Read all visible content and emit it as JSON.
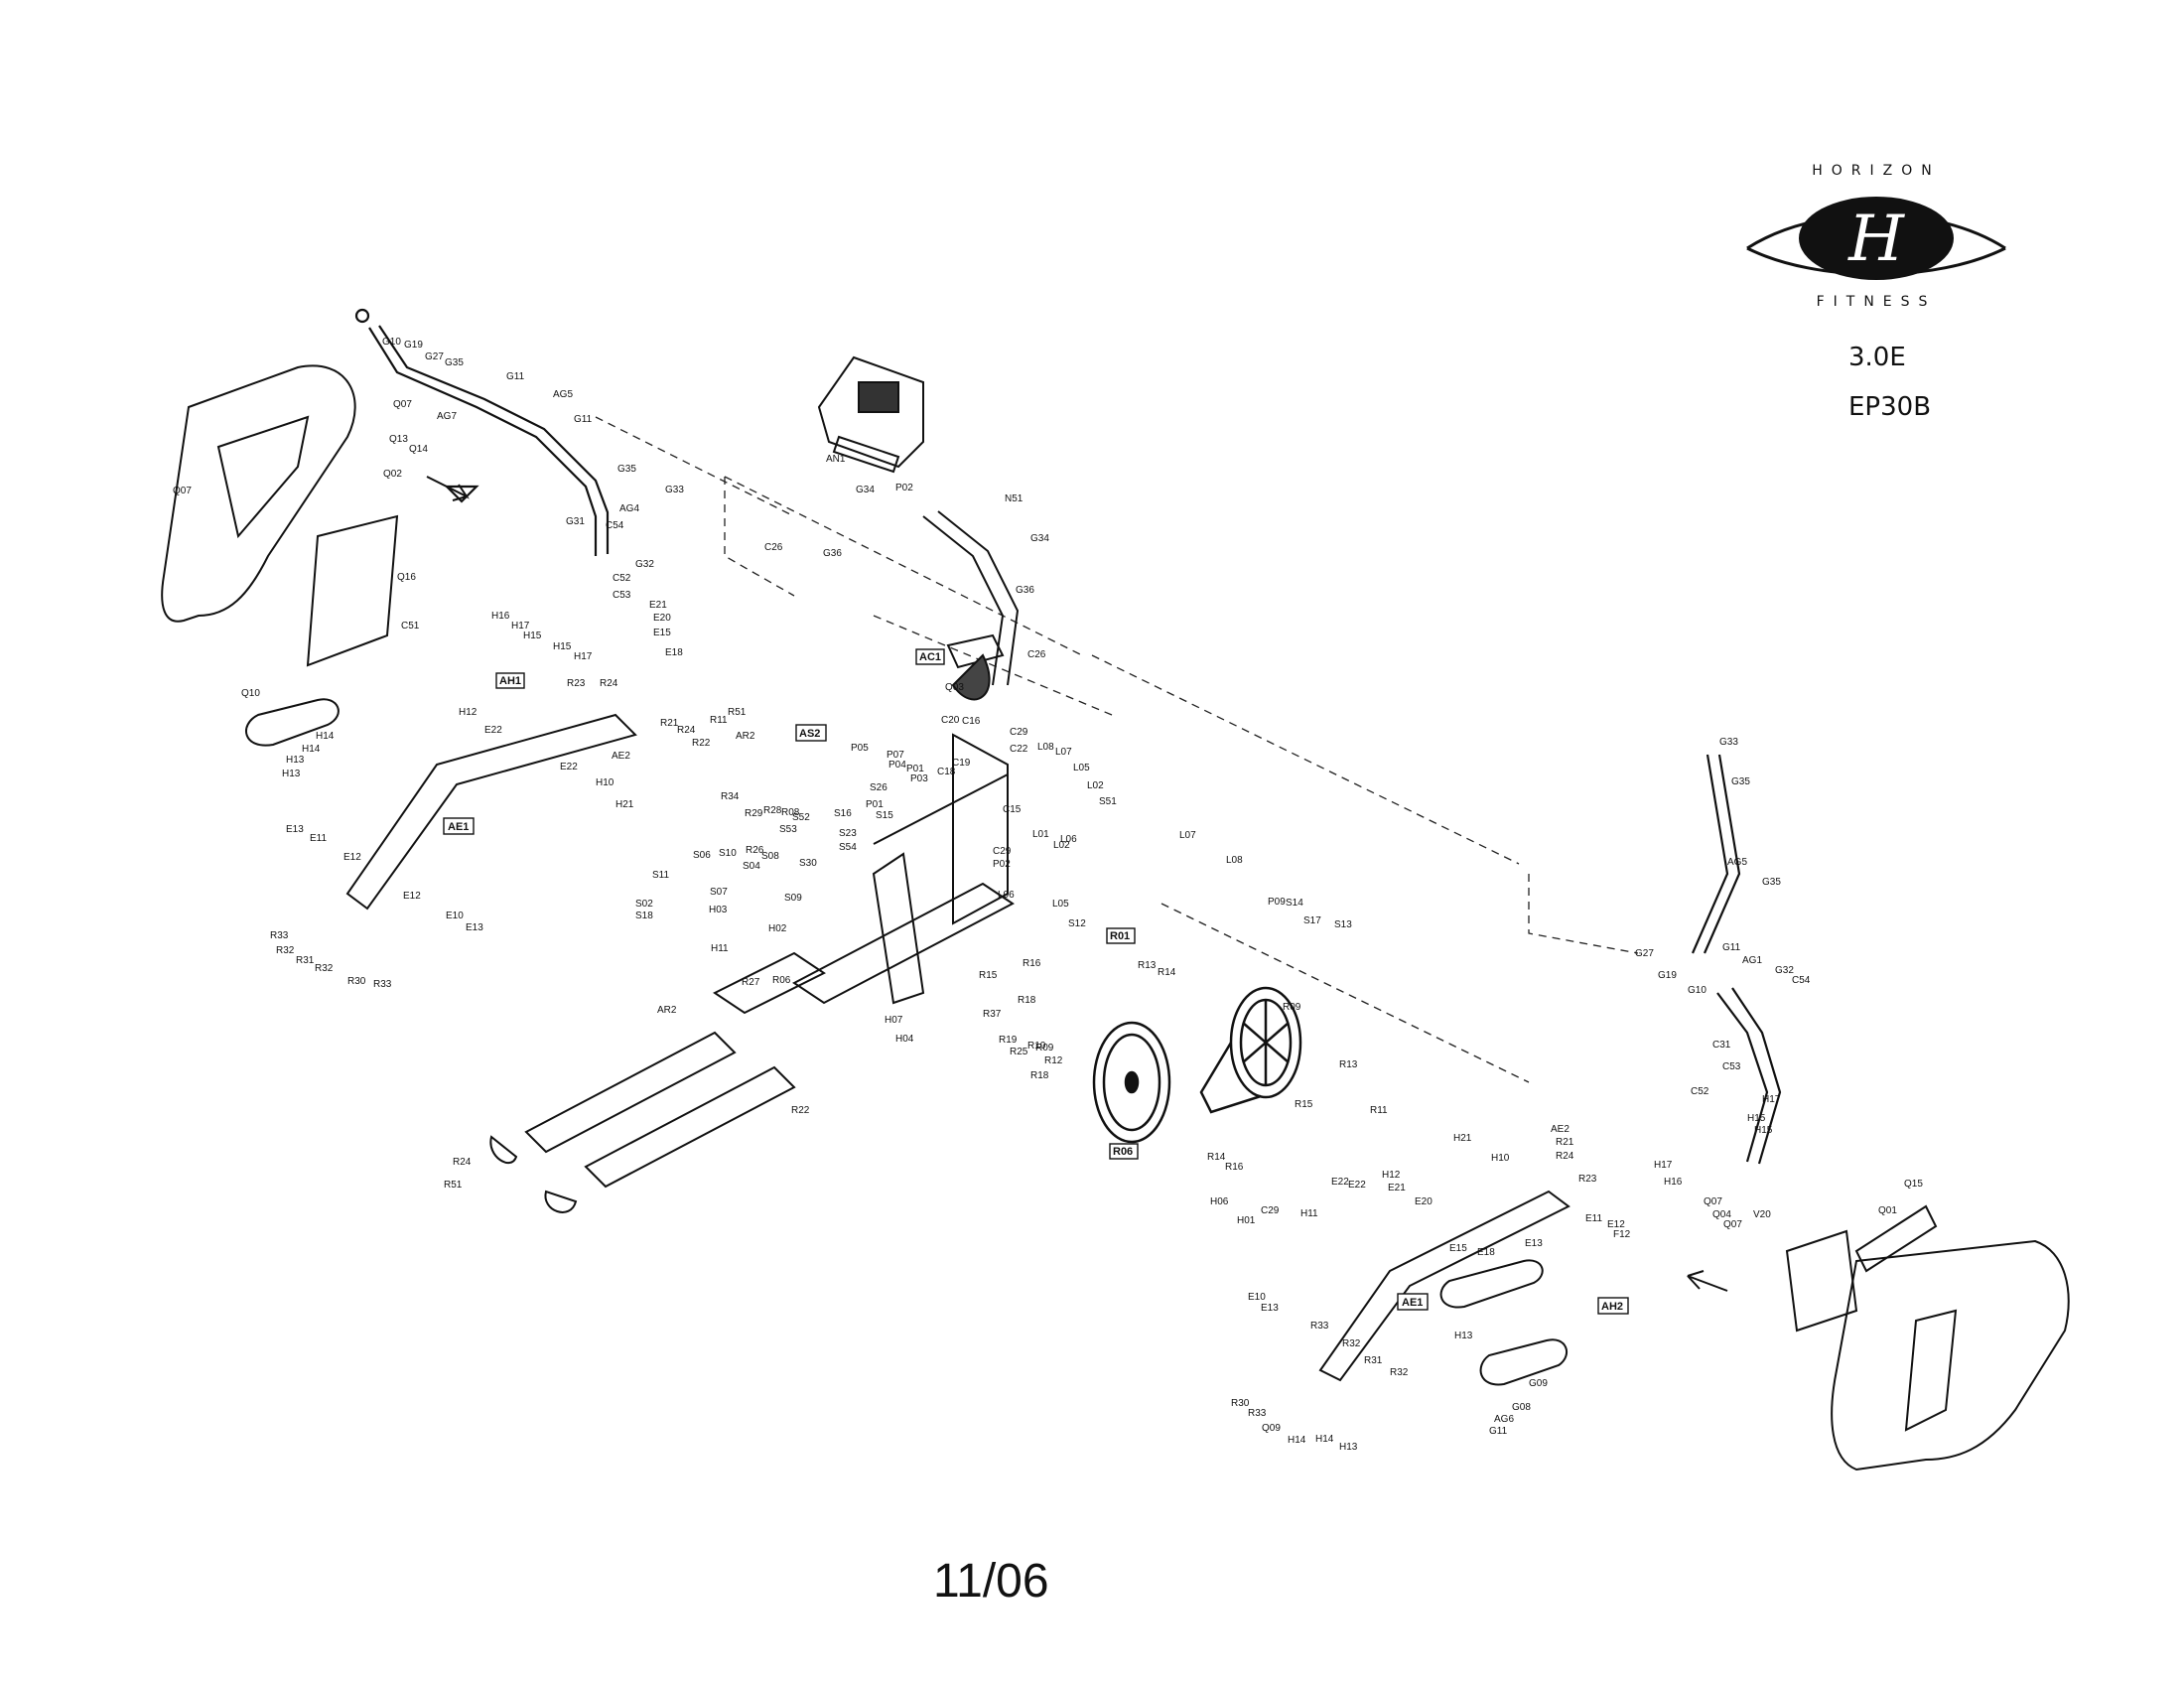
{
  "brand": {
    "top_word": "HORIZON",
    "bottom_word": "FITNESS",
    "monogram": "H"
  },
  "model": {
    "line1": "3.0E",
    "line2": "EP30B"
  },
  "footer_date": "11/06",
  "callouts": [
    "AE1",
    "AE1",
    "AH1",
    "AH2",
    "AS2",
    "AC1",
    "R01",
    "R06"
  ],
  "part_labels": [
    "G10",
    "G19",
    "G27",
    "G35",
    "G11",
    "AG5",
    "AG7",
    "G11",
    "Q07",
    "Q13",
    "Q14",
    "Q02",
    "Q07",
    "G35",
    "G33",
    "AG4",
    "G31",
    "C54",
    "G32",
    "C52",
    "C53",
    "Q16",
    "C51",
    "H16",
    "H17",
    "H15",
    "H15",
    "H17",
    "E21",
    "E20",
    "E15",
    "E18",
    "R23",
    "R24",
    "Q10",
    "H12",
    "H14",
    "H14",
    "H13",
    "H13",
    "E22",
    "E22",
    "H10",
    "H21",
    "AE2",
    "R21",
    "R24",
    "R22",
    "R11",
    "R51",
    "AR2",
    "R34",
    "R29",
    "R28",
    "R08",
    "E13",
    "E11",
    "E12",
    "E12",
    "E10",
    "E13",
    "R33",
    "R32",
    "R31",
    "R32",
    "R30",
    "R33",
    "AN1",
    "P02",
    "N51",
    "G34",
    "G34",
    "C26",
    "G36",
    "G36",
    "C26",
    "Q03",
    "C20",
    "C16",
    "C19",
    "C18",
    "C22",
    "C29",
    "C15",
    "L08",
    "L07",
    "L05",
    "L02",
    "S51",
    "P05",
    "P07",
    "P04",
    "P01",
    "P03",
    "S26",
    "P01",
    "S15",
    "S16",
    "S52",
    "S53",
    "S23",
    "S54",
    "S30",
    "C29",
    "P02",
    "L06",
    "L01",
    "L06",
    "L02",
    "L05",
    "L07",
    "L08",
    "P09",
    "S14",
    "S17",
    "S13",
    "S12",
    "S06",
    "S10",
    "R26",
    "S08",
    "S04",
    "S11",
    "S07",
    "S09",
    "S02",
    "S18",
    "H03",
    "H02",
    "H11",
    "R06",
    "R27",
    "R16",
    "R18",
    "R13",
    "R14",
    "R15",
    "R09",
    "R25",
    "R37",
    "R19",
    "R10",
    "R12",
    "R09",
    "R18",
    "R15",
    "R13",
    "R14",
    "R16",
    "H06",
    "C29",
    "H01",
    "H11",
    "H04",
    "H07",
    "AR2",
    "R22",
    "R24",
    "R51",
    "R11",
    "H21",
    "H10",
    "E22",
    "E22",
    "H12",
    "E21",
    "E20",
    "E15",
    "E18",
    "AE2",
    "R21",
    "R24",
    "R23",
    "E13",
    "E11",
    "E12",
    "F12",
    "E10",
    "E13",
    "R33",
    "R32",
    "R31",
    "R32",
    "R30",
    "R33",
    "Q09",
    "H14",
    "H14",
    "H13",
    "H13",
    "G09",
    "G08",
    "AG6",
    "G11",
    "G33",
    "G35",
    "AG5",
    "G35",
    "G27",
    "G19",
    "G10",
    "G11",
    "AG1",
    "G32",
    "C54",
    "C31",
    "C52",
    "C53",
    "H17",
    "H15",
    "H15",
    "H17",
    "H16",
    "Q07",
    "Q04",
    "Q07",
    "V20",
    "Q15",
    "Q01"
  ]
}
